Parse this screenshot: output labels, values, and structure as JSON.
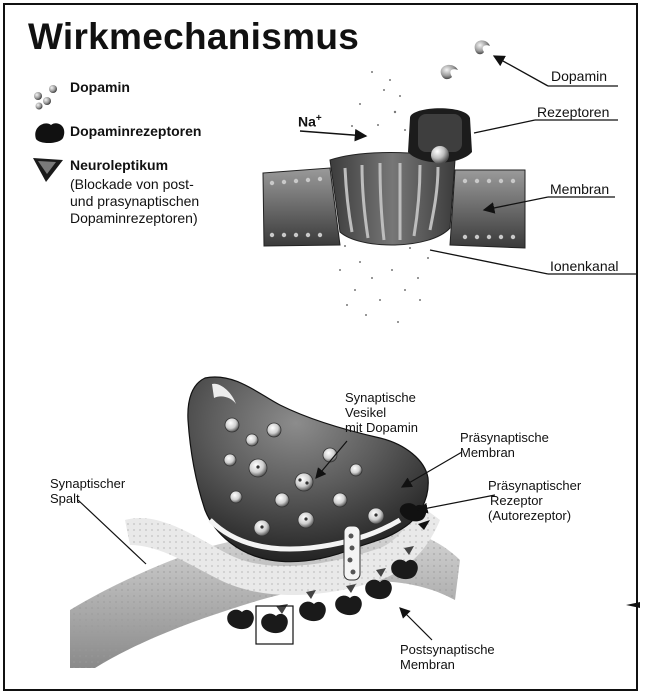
{
  "title": "Wirkmechanismus",
  "legend": {
    "dopamin": "Dopamin",
    "rezeptoren": "Dopaminrezeptoren",
    "neuroleptikum": "Neuroleptikum",
    "neuroleptikum_note": [
      "(Blockade von post-",
      "und prasynaptischen",
      "Dopaminrezeptoren)"
    ]
  },
  "top_diagram": {
    "ion": "Na",
    "ion_charge": "+",
    "labels": {
      "dopamin": "Dopamin",
      "rezeptoren": "Rezeptoren",
      "membran": "Membran",
      "ionenkanal": "Ionenkanal"
    }
  },
  "synapse": {
    "vesikel": [
      "Synaptische",
      "Vesikel",
      "mit Dopamin"
    ],
    "praesyn_membran": [
      "Präsynaptische",
      "Membran"
    ],
    "praesyn_rezeptor": [
      "Präsynaptischer",
      "Rezeptor",
      "(Autorezeptor)"
    ],
    "spalt": [
      "Synaptischer",
      "Spalt"
    ],
    "postsyn_membran": [
      "Postsynaptische",
      "Membran"
    ]
  }
}
